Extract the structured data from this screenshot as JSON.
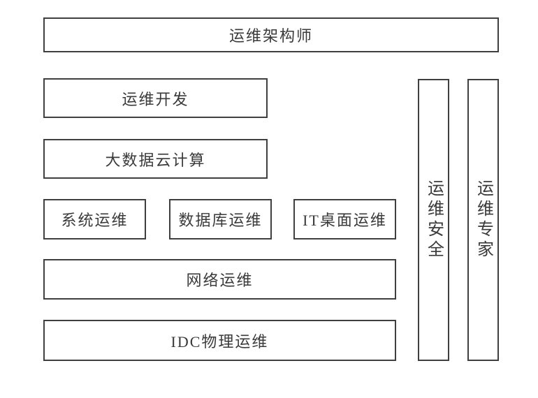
{
  "colors": {
    "background": "#ffffff",
    "box_fill": "#ffffff",
    "border": "#3f3f3f",
    "text": "#3a3a3a"
  },
  "boxes": {
    "architect": {
      "label": "运维架构师"
    },
    "ops_dev": {
      "label": "运维开发"
    },
    "bigdata_cloud": {
      "label": "大数据云计算"
    },
    "system_ops": {
      "label": "系统运维"
    },
    "database_ops": {
      "label": "数据库运维"
    },
    "it_desktop_ops": {
      "label": "IT桌面运维"
    },
    "network_ops": {
      "label": "网络运维"
    },
    "idc_physical_ops": {
      "label": "IDC物理运维"
    },
    "ops_security": {
      "label": "运维安全"
    },
    "ops_expert": {
      "label": "运维专家"
    }
  }
}
